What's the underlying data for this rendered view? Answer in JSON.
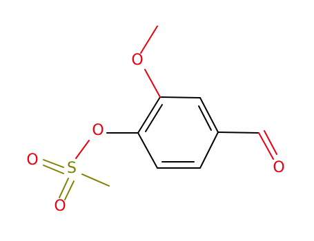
{
  "molecule": {
    "colors": {
      "carbon_bond": "#000000",
      "oxygen": "#e8000e",
      "sulfur": "#808000"
    },
    "atoms": {
      "o_methoxy": "O",
      "o_ester": "O",
      "o_aldehyde": "O",
      "s": "S",
      "o_sulfonyl_top": "O",
      "o_sulfonyl_bottom": "O"
    }
  }
}
